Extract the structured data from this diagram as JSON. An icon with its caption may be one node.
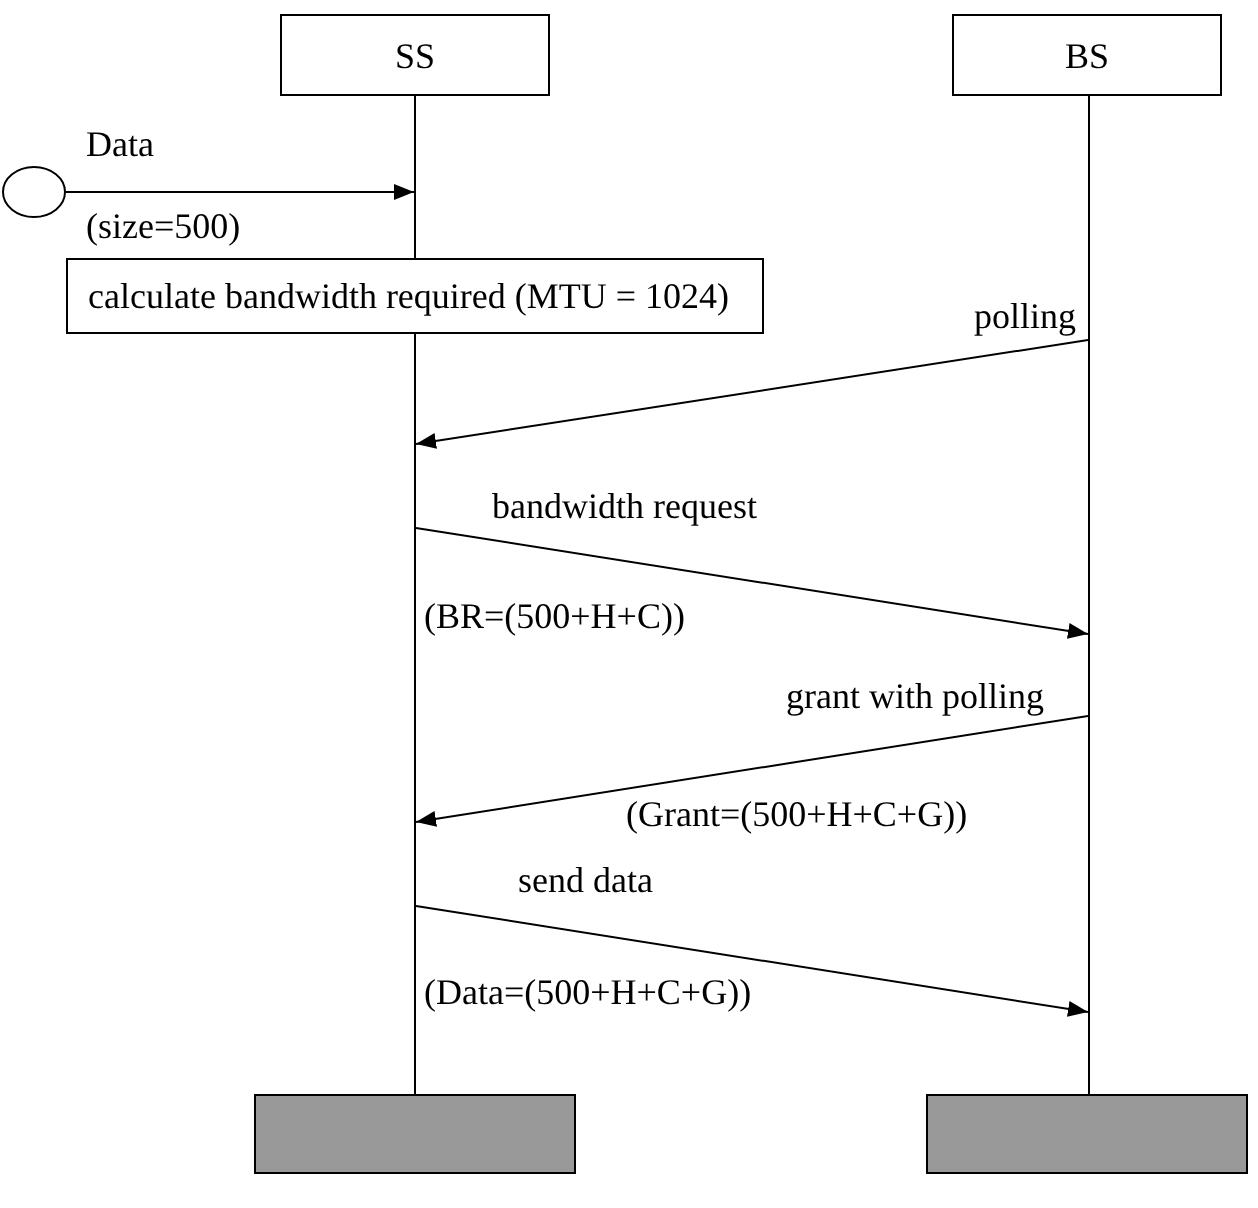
{
  "diagram": {
    "nodes": [
      {
        "text": [
          "SS"
        ]
      },
      {
        "text": [
          "BS"
        ]
      },
      {
        "text": [],
        "shape": "line"
      },
      {
        "text": [],
        "shape": "line"
      },
      {
        "text": [],
        "shape": "circle"
      },
      {
        "text": [
          "calculate bandwidth required (MTU = 1024)"
        ]
      },
      {
        "text": [],
        "shape": "box"
      },
      {
        "text": [],
        "shape": "box"
      }
    ],
    "edges": [
      {
        "from": 4,
        "to": 2,
        "arrow": "to",
        "label": "Data"
      },
      {
        "from": 3,
        "to": 2,
        "arrow": "to",
        "label": "polling"
      },
      {
        "from": 2,
        "to": 3,
        "arrow": "to",
        "label": "bandwidth request"
      },
      {
        "from": 3,
        "to": 2,
        "arrow": "to",
        "label": "grant with polling"
      },
      {
        "from": 2,
        "to": 3,
        "arrow": "to",
        "label": "send data"
      }
    ],
    "labels": [
      "(size=500)",
      "(BR=(500+H+C))",
      "(Grant=(500+H+C+G))",
      "(Data=(500+H+C+G))"
    ]
  }
}
